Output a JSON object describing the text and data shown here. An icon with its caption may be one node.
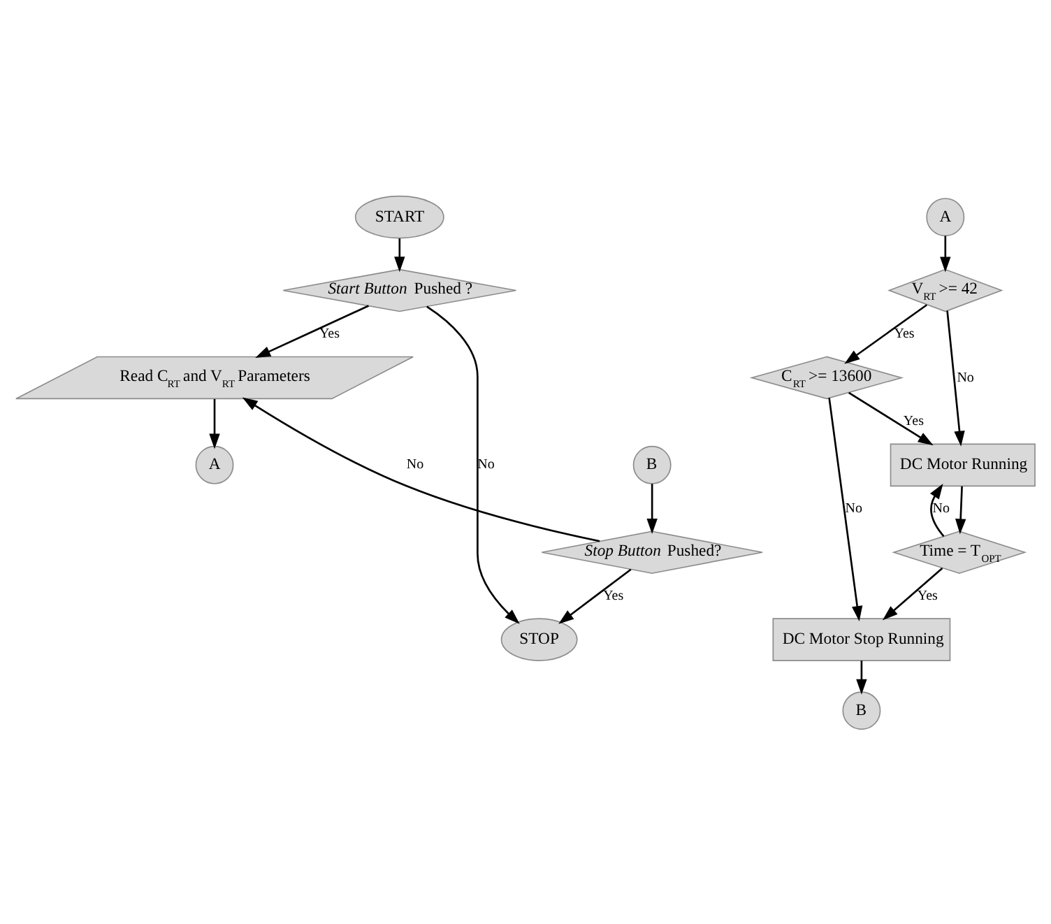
{
  "diagram": {
    "nodes": [
      {
        "text": [
          "START"
        ]
      },
      {
        "text": [
          "*Start Button* Pushed ?"
        ]
      },
      {
        "text": [
          "Read C$_{RT}$ and V$_{RT}$ Parameters"
        ]
      },
      {
        "text": [
          "A"
        ]
      },
      {
        "text": [
          "B"
        ]
      },
      {
        "text": [
          "*Stop Button* Pushed?"
        ]
      },
      {
        "text": [
          "STOP"
        ]
      },
      {
        "text": [
          "A"
        ]
      },
      {
        "text": [
          "V$_{RT}$ >= 42"
        ]
      },
      {
        "text": [
          "C$_{RT}$ >= 13600"
        ]
      },
      {
        "text": [
          "DC Motor Running"
        ]
      },
      {
        "text": [
          "Time = T$_{OPT}$"
        ]
      },
      {
        "text": [
          "DC Motor Stop Running"
        ]
      },
      {
        "text": [
          "B"
        ]
      }
    ],
    "edges": [
      {
        "from": 0,
        "to": 1,
        "arrow": "to"
      },
      {
        "from": 1,
        "to": 2,
        "arrow": "to",
        "label": "Yes"
      },
      {
        "from": 1,
        "to": 6,
        "arrow": "to",
        "label": "No"
      },
      {
        "from": 2,
        "to": 3,
        "arrow": "to"
      },
      {
        "from": 4,
        "to": 5,
        "arrow": "to"
      },
      {
        "from": 5,
        "to": 2,
        "arrow": "to",
        "label": "No"
      },
      {
        "from": 5,
        "to": 6,
        "arrow": "to",
        "label": "Yes"
      },
      {
        "from": 7,
        "to": 8,
        "arrow": "to"
      },
      {
        "from": 8,
        "to": 9,
        "arrow": "to",
        "label": "Yes"
      },
      {
        "from": 8,
        "to": 10,
        "arrow": "to",
        "label": "No"
      },
      {
        "from": 9,
        "to": 10,
        "arrow": "to",
        "label": "Yes"
      },
      {
        "from": 9,
        "to": 12,
        "arrow": "to",
        "label": "No"
      },
      {
        "from": 10,
        "to": 11,
        "arrow": "to"
      },
      {
        "from": 11,
        "to": 10,
        "arrow": "to",
        "label": "No"
      },
      {
        "from": 11,
        "to": 12,
        "arrow": "to",
        "label": "Yes"
      },
      {
        "from": 12,
        "to": 13,
        "arrow": "to"
      }
    ]
  }
}
